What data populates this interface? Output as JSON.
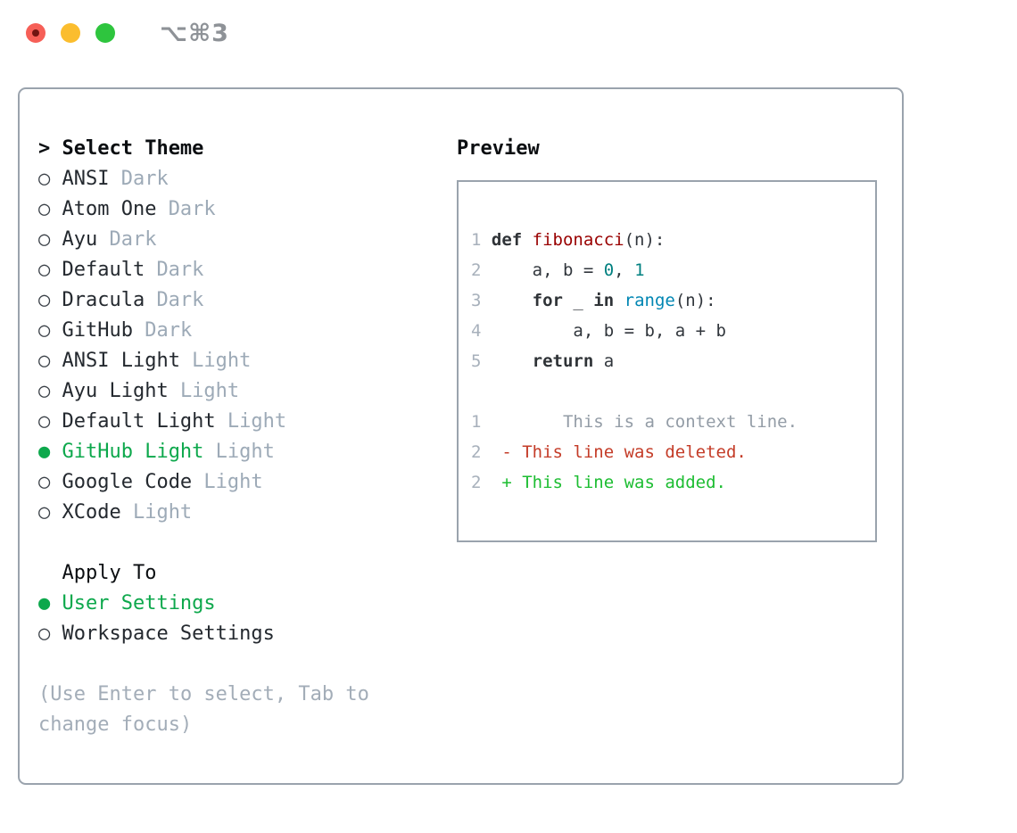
{
  "window": {
    "title": "⌥⌘3",
    "controls": [
      {
        "name": "close",
        "color_key": "traffic-red"
      },
      {
        "name": "minimize",
        "color_key": "traffic-yellow"
      },
      {
        "name": "zoom",
        "color_key": "traffic-green"
      }
    ]
  },
  "theme_picker": {
    "prompt_char": ">",
    "title": "Select Theme",
    "radio_selected": "●",
    "radio_unselected": "○",
    "themes": [
      {
        "name": "ANSI",
        "variant": "Dark",
        "selected": false
      },
      {
        "name": "Atom One",
        "variant": "Dark",
        "selected": false
      },
      {
        "name": "Ayu",
        "variant": "Dark",
        "selected": false
      },
      {
        "name": "Default",
        "variant": "Dark",
        "selected": false
      },
      {
        "name": "Dracula",
        "variant": "Dark",
        "selected": false
      },
      {
        "name": "GitHub",
        "variant": "Dark",
        "selected": false
      },
      {
        "name": "ANSI Light",
        "variant": "Light",
        "selected": false
      },
      {
        "name": "Ayu Light",
        "variant": "Light",
        "selected": false
      },
      {
        "name": "Default Light",
        "variant": "Light",
        "selected": false
      },
      {
        "name": "GitHub Light",
        "variant": "Light",
        "selected": true
      },
      {
        "name": "Google Code",
        "variant": "Light",
        "selected": false
      },
      {
        "name": "XCode",
        "variant": "Light",
        "selected": false
      }
    ],
    "apply_to": {
      "heading": "Apply To",
      "options": [
        {
          "label": "User Settings",
          "selected": true
        },
        {
          "label": "Workspace Settings",
          "selected": false
        }
      ]
    },
    "hint_lines": [
      "(Use Enter to select, Tab to",
      "change focus)"
    ]
  },
  "preview": {
    "title": "Preview",
    "code_lines": [
      {
        "num": "1",
        "tokens": [
          {
            "text": "def ",
            "style": "kw"
          },
          {
            "text": "fibonacci",
            "style": "fn"
          },
          {
            "text": "(n):",
            "style": "plain"
          }
        ]
      },
      {
        "num": "2",
        "tokens": [
          {
            "text": "    a, b = ",
            "style": "plain"
          },
          {
            "text": "0",
            "style": "num"
          },
          {
            "text": ", ",
            "style": "plain"
          },
          {
            "text": "1",
            "style": "num"
          }
        ]
      },
      {
        "num": "3",
        "tokens": [
          {
            "text": "    ",
            "style": "plain"
          },
          {
            "text": "for",
            "style": "kw"
          },
          {
            "text": " _ ",
            "style": "plain"
          },
          {
            "text": "in",
            "style": "kw"
          },
          {
            "text": " ",
            "style": "plain"
          },
          {
            "text": "range",
            "style": "builtin"
          },
          {
            "text": "(n):",
            "style": "plain"
          }
        ]
      },
      {
        "num": "4",
        "tokens": [
          {
            "text": "        a, b = b, a + b",
            "style": "plain"
          }
        ]
      },
      {
        "num": "5",
        "tokens": [
          {
            "text": "    ",
            "style": "plain"
          },
          {
            "text": "return",
            "style": "kw"
          },
          {
            "text": " a",
            "style": "plain"
          }
        ]
      },
      {
        "num": "",
        "tokens": []
      },
      {
        "num": "1",
        "tokens": [
          {
            "text": "       This is a context line.",
            "style": "ctx"
          }
        ]
      },
      {
        "num": "2",
        "tokens": [
          {
            "text": " - This line was deleted.",
            "style": "del"
          }
        ]
      },
      {
        "num": "2",
        "tokens": [
          {
            "text": " + This line was added.",
            "style": "add"
          }
        ]
      }
    ]
  },
  "colors": {
    "accent-green": "#0da84c",
    "added-green": "#1dbd32",
    "deleted-red": "#c43c28",
    "keyword-dark": "#2f3337",
    "function-red": "#990000",
    "number-teal": "#008080",
    "builtin-blue": "#0086b3",
    "text-dark": "#24292f",
    "muted-gray": "#9daab7",
    "hint-gray": "#a3adb8",
    "line-number-gray": "#a7b0bb",
    "context-gray": "#939ca6",
    "border-gray": "#9aa3ad",
    "titlebar-gray": "#8e9297",
    "traffic-red": "#f65f57",
    "traffic-yellow": "#fbbd2e",
    "traffic-green": "#2ec53e"
  }
}
